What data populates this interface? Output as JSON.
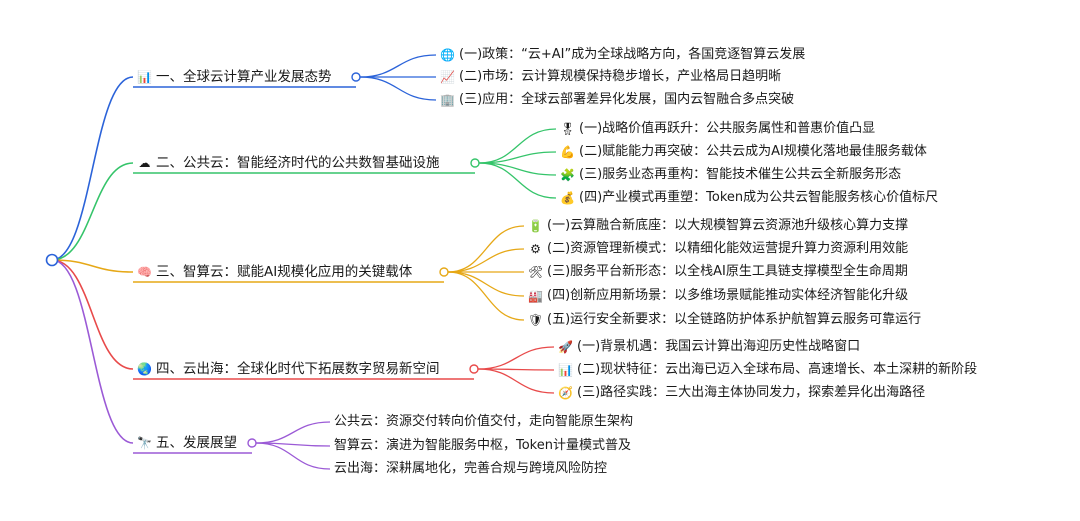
{
  "root": {
    "label": ""
  },
  "branches": [
    {
      "label": "一、全球云计算产业发展态势",
      "icon": "bar-chart-icon",
      "glyph": "📊",
      "color": "#2b63d9",
      "children": [
        {
          "label": "(一)政策：“云+AI”成为全球战略方向，各国竞逐智算云发展",
          "icon": "globe-icon",
          "glyph": "🌐"
        },
        {
          "label": "(二)市场：云计算规模保持稳步增长，产业格局日趋明晰",
          "icon": "trend-up-icon",
          "glyph": "📈"
        },
        {
          "label": "(三)应用：全球云部署差异化发展，国内云智融合多点突破",
          "icon": "building-icon",
          "glyph": "🏢"
        }
      ]
    },
    {
      "label": "二、公共云：智能经济时代的公共数智基础设施",
      "icon": "cloud-icon",
      "glyph": "☁",
      "color": "#35c46a",
      "children": [
        {
          "label": "(一)战略价值再跃升：公共服务属性和普惠价值凸显",
          "icon": "medal-icon",
          "glyph": "🎖"
        },
        {
          "label": "(二)赋能能力再突破：公共云成为AI规模化落地最佳服务载体",
          "icon": "muscle-icon",
          "glyph": "💪"
        },
        {
          "label": "(三)服务业态再重构：智能技术催生公共云全新服务形态",
          "icon": "puzzle-icon",
          "glyph": "🧩"
        },
        {
          "label": "(四)产业模式再重塑：Token成为公共云智能服务核心价值标尺",
          "icon": "money-bag-icon",
          "glyph": "💰"
        }
      ]
    },
    {
      "label": "三、智算云：赋能AI规模化应用的关键载体",
      "icon": "brain-icon",
      "glyph": "🧠",
      "color": "#e6a817",
      "children": [
        {
          "label": "(一)云算融合新底座：以大规模智算云资源池升级核心算力支撑",
          "icon": "battery-icon",
          "glyph": "🔋"
        },
        {
          "label": "(二)资源管理新模式：以精细化能效运营提升算力资源利用效能",
          "icon": "gear-icon",
          "glyph": "⚙"
        },
        {
          "label": "(三)服务平台新形态：以全栈AI原生工具链支撑模型全生命周期",
          "icon": "tools-icon",
          "glyph": "🛠"
        },
        {
          "label": "(四)创新应用新场景：以多维场景赋能推动实体经济智能化升级",
          "icon": "factory-icon",
          "glyph": "🏭"
        },
        {
          "label": "(五)运行安全新要求：以全链路防护体系护航智算云服务可靠运行",
          "icon": "shield-icon",
          "glyph": "🛡"
        }
      ]
    },
    {
      "label": "四、云出海：全球化时代下拓展数字贸易新空间",
      "icon": "earth-icon",
      "glyph": "🌏",
      "color": "#e84a4a",
      "children": [
        {
          "label": "(一)背景机遇：我国云计算出海迎历史性战略窗口",
          "icon": "rocket-icon",
          "glyph": "🚀"
        },
        {
          "label": "(二)现状特征：云出海已迈入全球布局、高速增长、本土深耕的新阶段",
          "icon": "bar-chart-icon",
          "glyph": "📊"
        },
        {
          "label": "(三)路径实践：三大出海主体协同发力，探索差异化出海路径",
          "icon": "compass-icon",
          "glyph": "🧭"
        }
      ]
    },
    {
      "label": "五、发展展望",
      "icon": "telescope-icon",
      "glyph": "🔭",
      "color": "#9b5ad6",
      "children": [
        {
          "label": "公共云：资源交付转向价值交付，走向智能原生架构"
        },
        {
          "label": "智算云：演进为智能服务中枢，Token计量模式普及"
        },
        {
          "label": "云出海：深耕属地化，完善合规与跨境风险防控"
        }
      ]
    }
  ]
}
